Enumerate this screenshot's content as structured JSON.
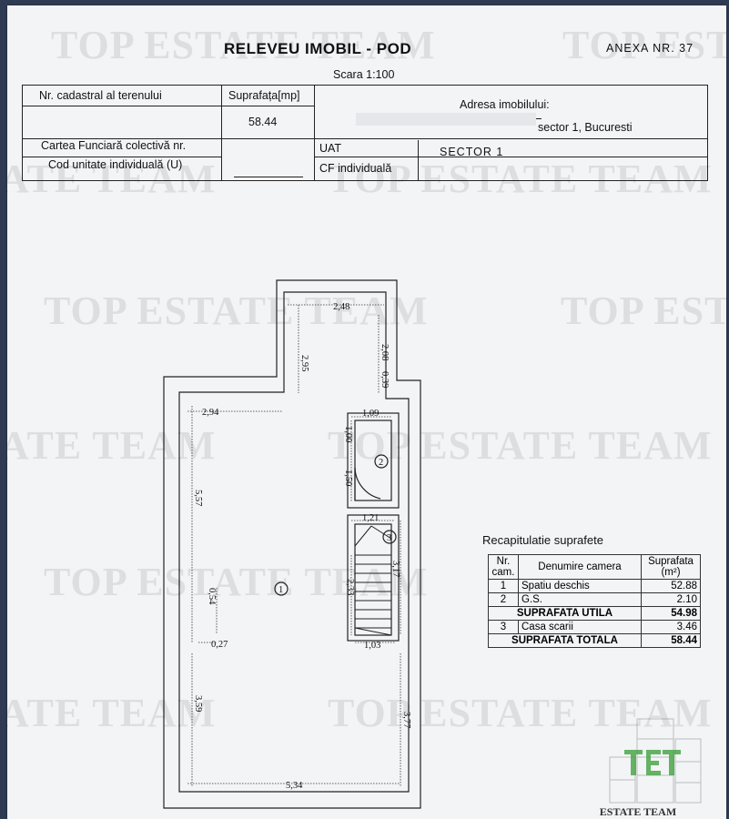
{
  "header": {
    "title": "RELEVEU IMOBIL - POD",
    "annex": "ANEXA NR. 37",
    "scale": "Scara 1:100"
  },
  "info": {
    "cadastral_label": "Nr. cadastral al terenului",
    "surface_label": "Suprafața[mp]",
    "surface_value": "58.44",
    "address_label": "Adresa imobilului:",
    "address_value": "sector 1, Bucuresti",
    "book_label": "Cartea Funciară colectivă nr.",
    "unit_label": "Cod unitate individuală (U)",
    "uat_label": "UAT",
    "uat_value": "SECTOR 1",
    "cf_label": "CF individuală"
  },
  "watermark": {
    "text": "TOP ESTATE TEAM",
    "partial_text": "ATE TEAM",
    "logo_text": "TOP ESTATE TEAM"
  },
  "plan": {
    "dimensions": {
      "d_248": "2,48",
      "d_295": "2,95",
      "d_208": "2,08",
      "d_039": "0,39",
      "d_294": "2,94",
      "d_109": "1,09",
      "d_100": "1,00",
      "d_150": "1,50",
      "d_557": "5,57",
      "d_121": "1,21",
      "d_317": "3,17",
      "d_233": "2,33",
      "d_054": "0,54",
      "d_027": "0,27",
      "d_103": "1,03",
      "d_359": "3,59",
      "d_377": "3,77",
      "d_534": "5,34"
    },
    "rooms": {
      "r1": "1",
      "r2": "2",
      "r3": "3"
    }
  },
  "recap": {
    "title": "Recapitulatie suprafete",
    "col_nr": "Nr. cam.",
    "col_name": "Denumire camera",
    "col_area": "Suprafata (m²)",
    "rows": [
      {
        "nr": "1",
        "name": "Spatiu deschis",
        "area": "52.88"
      },
      {
        "nr": "2",
        "name": "G.S.",
        "area": "2.10"
      }
    ],
    "util_label": "SUPRAFATA UTILA",
    "util_value": "54.98",
    "row3": {
      "nr": "3",
      "name": "Casa scarii",
      "area": "3.46"
    },
    "total_label": "SUPRAFATA TOTALA",
    "total_value": "58.44"
  }
}
